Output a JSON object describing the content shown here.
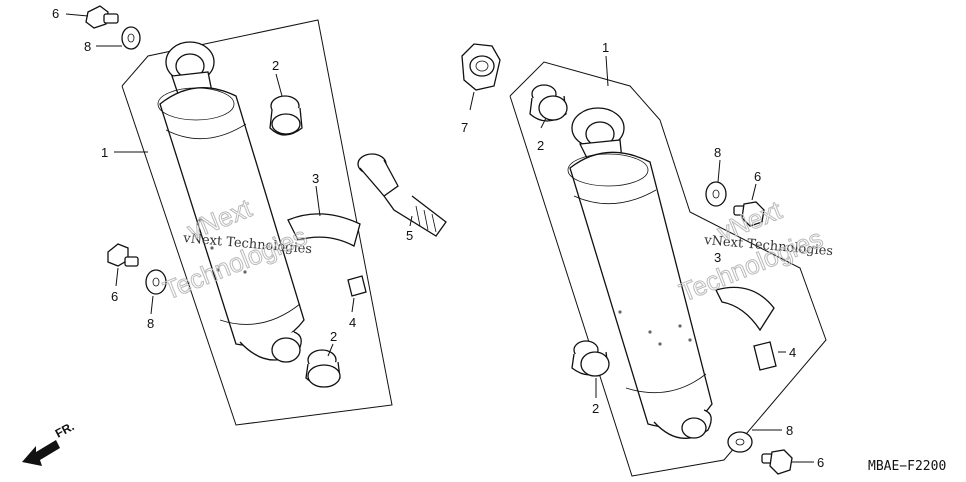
{
  "diagram": {
    "code": "MBAE−F2200",
    "direction_label": "FR.",
    "watermark_text": "vNext Technologies",
    "watermark_outline_a": "vNext",
    "watermark_outline_b": "Technologies",
    "callouts_left": {
      "shock": "1",
      "bush_top": "2",
      "bush_bottom": "2",
      "band": "3",
      "clip": "4",
      "stud": "5",
      "bolt_top": "6",
      "bolt_mid": "6",
      "washer_top": "8",
      "washer_mid": "8"
    },
    "callouts_right": {
      "shock": "1",
      "bush_top": "2",
      "bush_bottom": "2",
      "band": "3",
      "clip": "4",
      "nut": "7",
      "washer_top": "8",
      "washer_bottom": "8",
      "bolt_top": "6",
      "bolt_bottom": "6"
    }
  }
}
